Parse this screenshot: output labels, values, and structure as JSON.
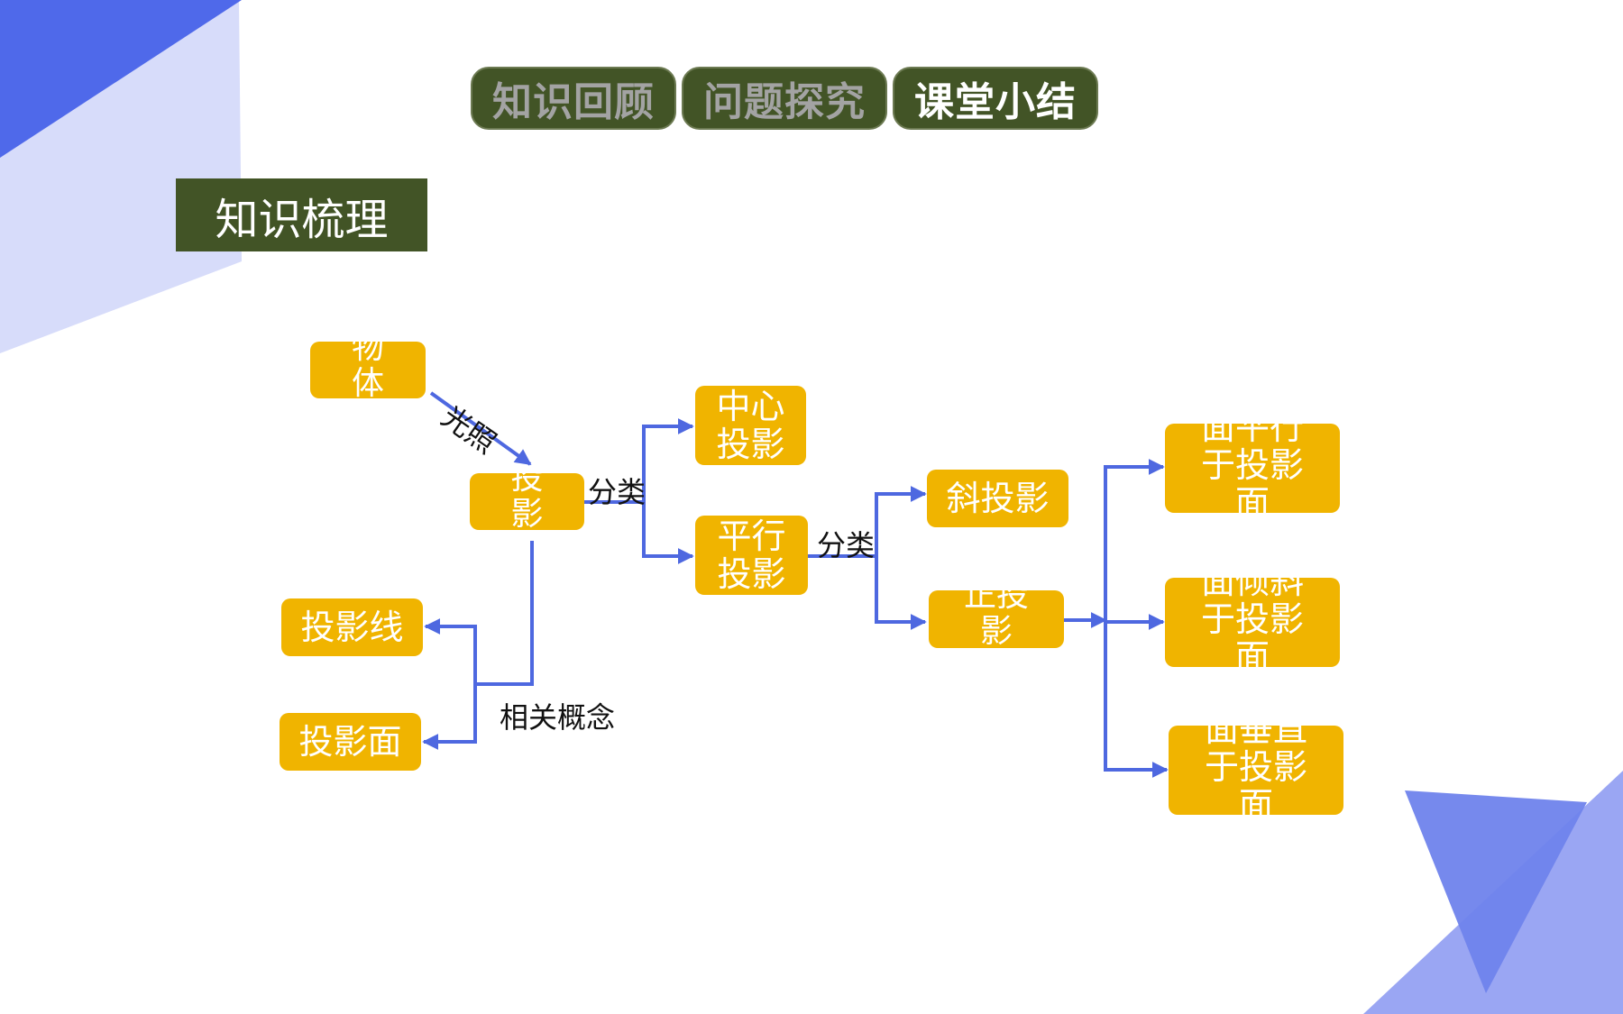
{
  "nav": {
    "tabs": [
      {
        "label": "知识回顾",
        "active": false
      },
      {
        "label": "问题探究",
        "active": false
      },
      {
        "label": "课堂小结",
        "active": true
      }
    ]
  },
  "section_title": "知识梳理",
  "diagram": {
    "nodes": {
      "object": "物体",
      "projection": "投影",
      "central": "中心投影",
      "parallel": "平行投影",
      "oblique": "斜投影",
      "orthogonal": "正投影",
      "face_parallel": "面平行于投影面",
      "face_inclined": "面倾斜于投影面",
      "face_perpendicular": "面垂直于投影面",
      "projection_line": "投影线",
      "projection_plane": "投影面"
    },
    "edge_labels": {
      "light": "光照",
      "classify_1": "分类",
      "classify_2": "分类",
      "related": "相关概念"
    }
  },
  "colors": {
    "node_fill": "#f0b400",
    "connector": "#4e68e0",
    "header_bg": "#425426"
  }
}
